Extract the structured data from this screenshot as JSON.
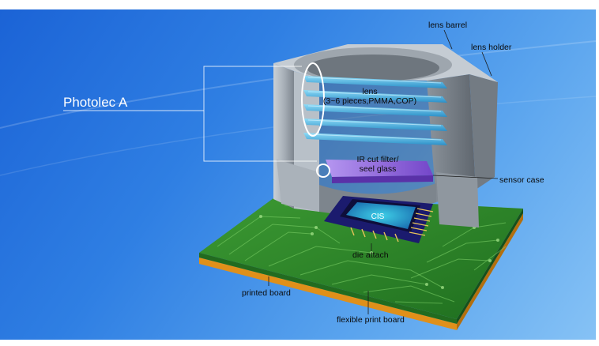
{
  "brand": "Photolec A",
  "labels": {
    "lens_barrel": "lens barrel",
    "lens_holder": "lens holder",
    "lens_line1": "lens",
    "lens_line2": "(3~6 pieces,PMMA,COP)",
    "ir_line1": "IR cut filter/",
    "ir_line2": "seel glass",
    "sensor_case": "sensor case",
    "cis": "CIS",
    "die_attach": "die attach",
    "printed_board": "printed board",
    "flexible_print_board": "flexible print board"
  },
  "colors": {
    "background_start": "#1b63d6",
    "background_end": "#86c2f5",
    "pcb_green": "#2f8a2a",
    "flex_orange": "#f0a020",
    "holder_gray": "#9aa3ad",
    "lens_blue": "#3aa7d8",
    "filter_purple": "#8a63d9"
  }
}
